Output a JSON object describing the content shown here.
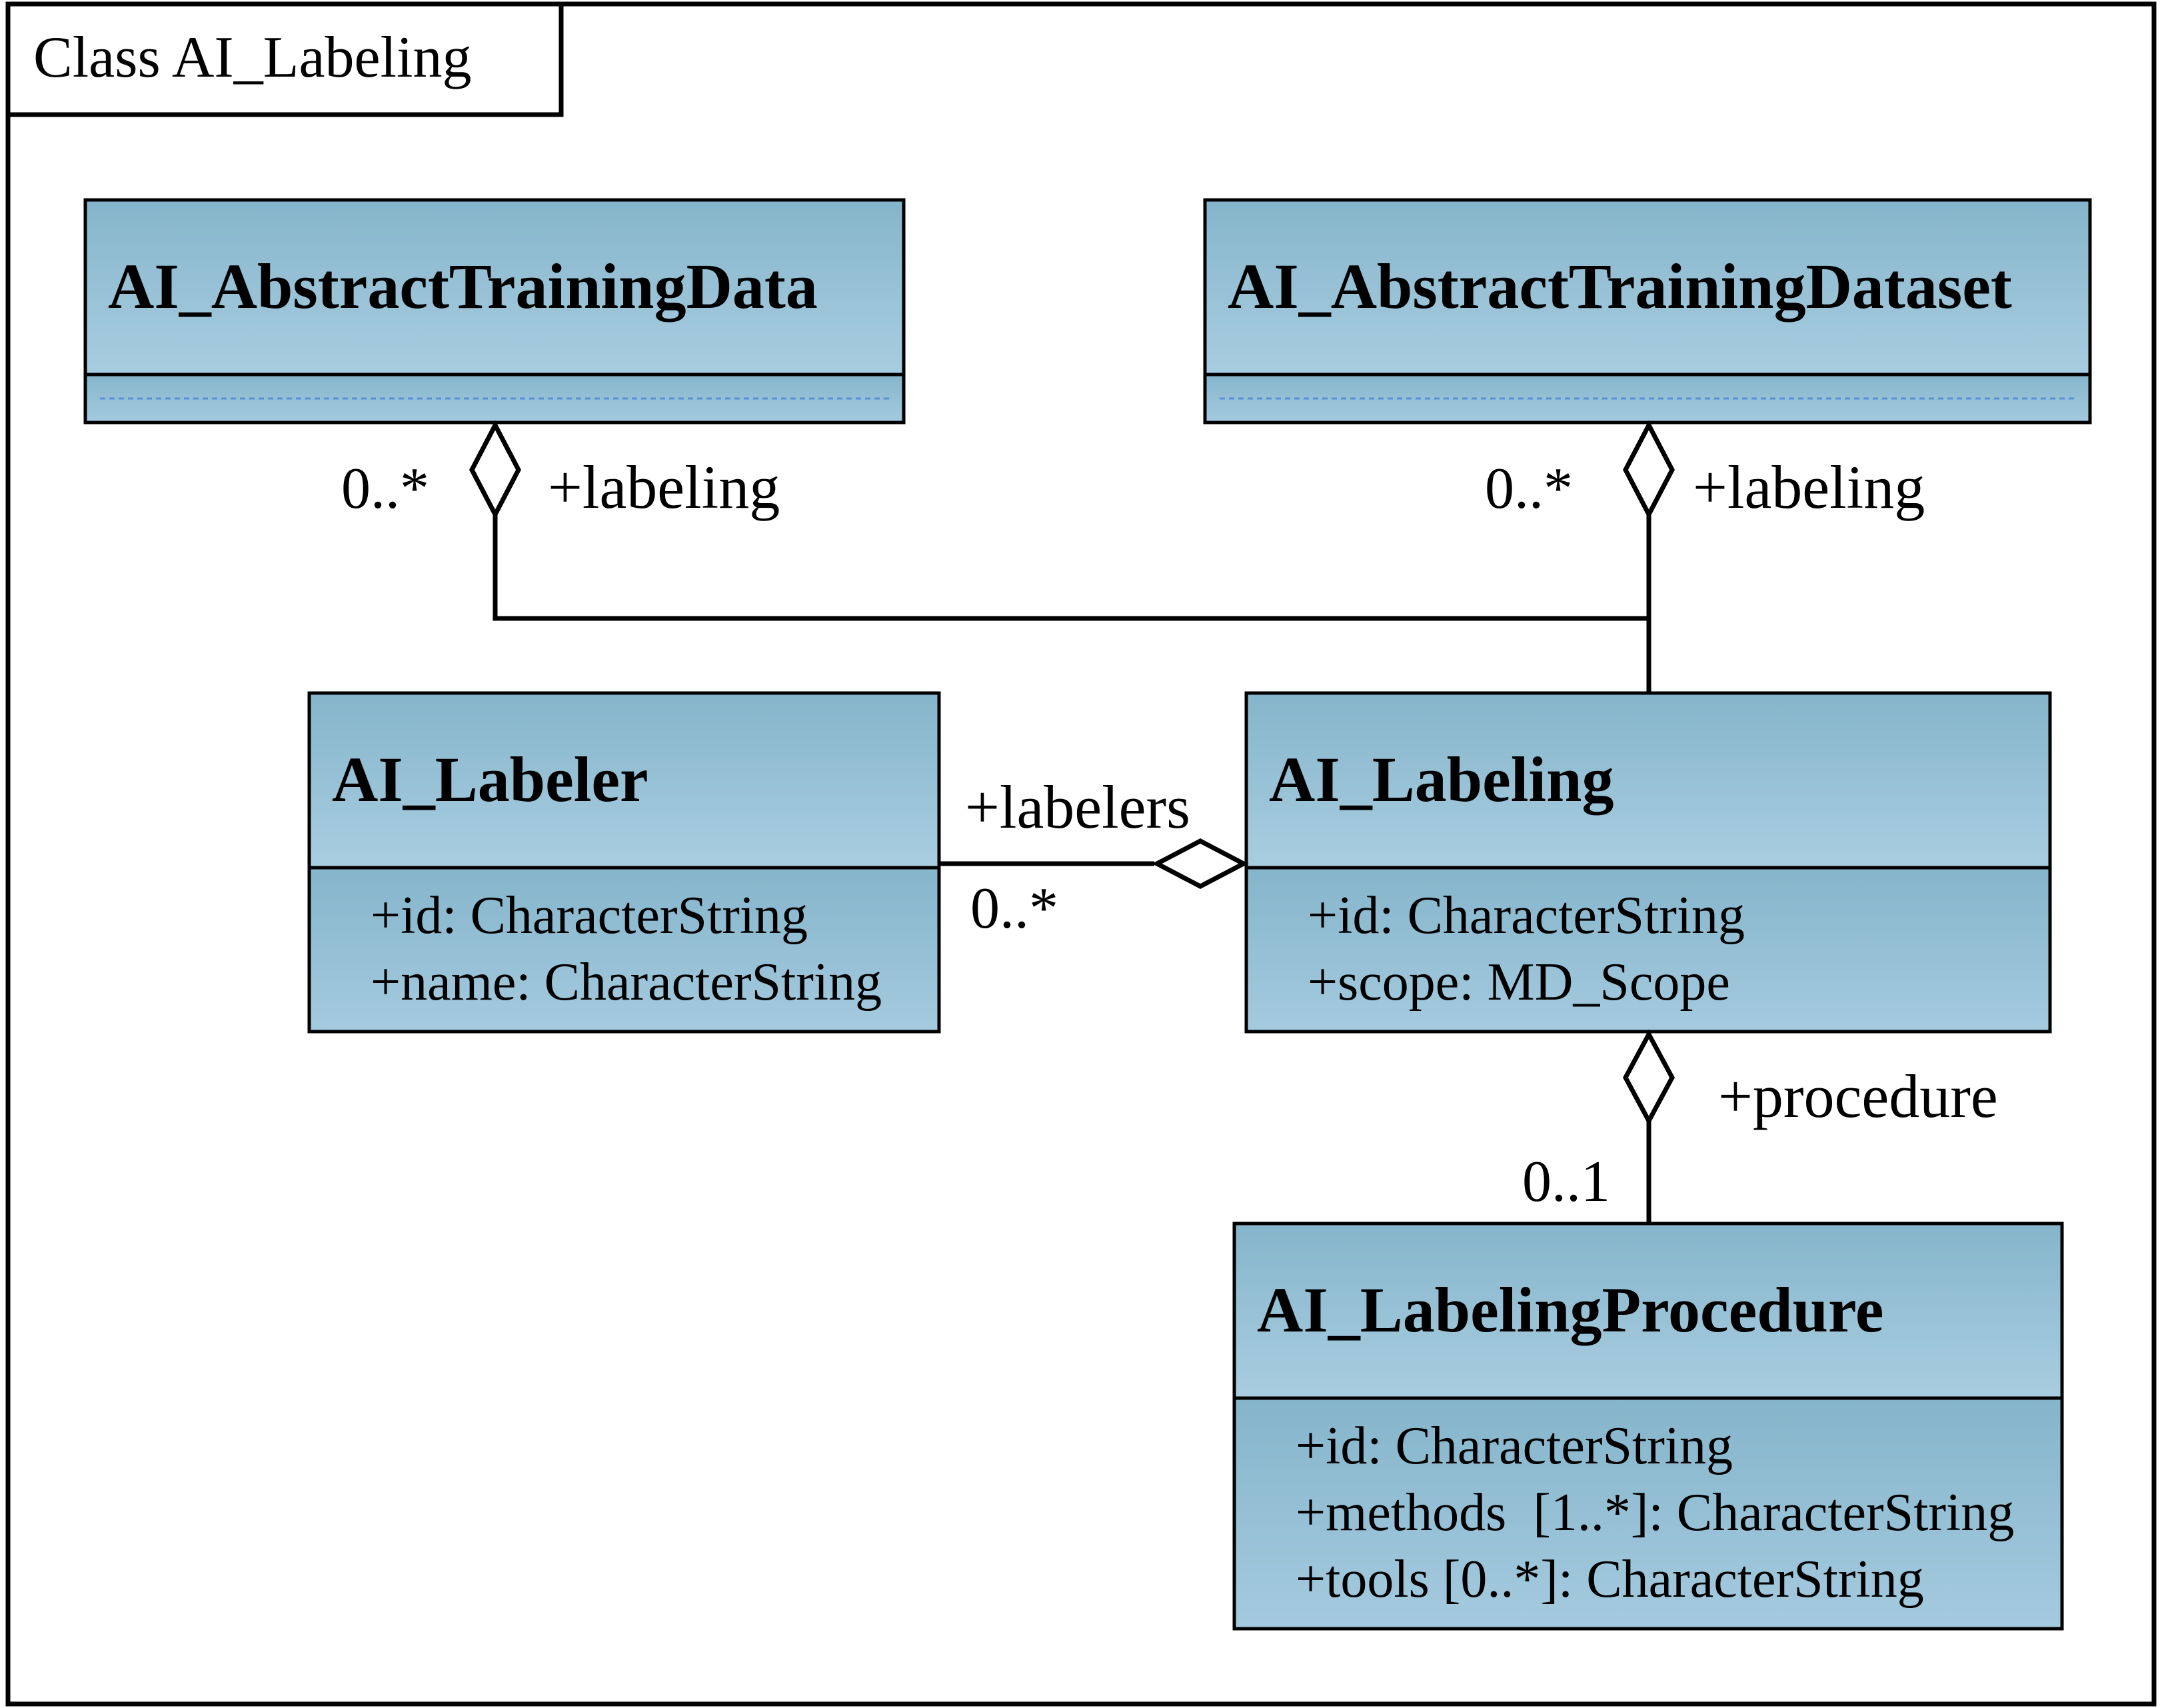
{
  "diagram": {
    "frame_title": "Class AI_Labeling",
    "classes": {
      "abstract_training_data": {
        "name": "AI_AbstractTrainingData",
        "attributes": []
      },
      "abstract_training_dataset": {
        "name": "AI_AbstractTrainingDataset",
        "attributes": []
      },
      "labeler": {
        "name": "AI_Labeler",
        "attributes": [
          "+id: CharacterString",
          "+name: CharacterString"
        ]
      },
      "labeling": {
        "name": "AI_Labeling",
        "attributes": [
          "+id: CharacterString",
          "+scope: MD_Scope"
        ]
      },
      "labeling_procedure": {
        "name": "AI_LabelingProcedure",
        "attributes": [
          "+id: CharacterString",
          "+methods  [1..*]: CharacterString",
          "+tools [0..*]: CharacterString"
        ]
      }
    },
    "associations": {
      "data_labeling": {
        "role": "+labeling",
        "multiplicity": "0..*"
      },
      "dataset_labeling": {
        "role": "+labeling",
        "multiplicity": "0..*"
      },
      "labelers": {
        "role": "+labelers",
        "multiplicity": "0..*"
      },
      "procedure": {
        "role": "+procedure",
        "multiplicity": "0..1"
      }
    },
    "colors": {
      "class_fill_dark": "#85b5cb",
      "class_fill_light": "#a9cde0",
      "divider_dash": "#5b8fd6",
      "line": "#000000"
    }
  }
}
